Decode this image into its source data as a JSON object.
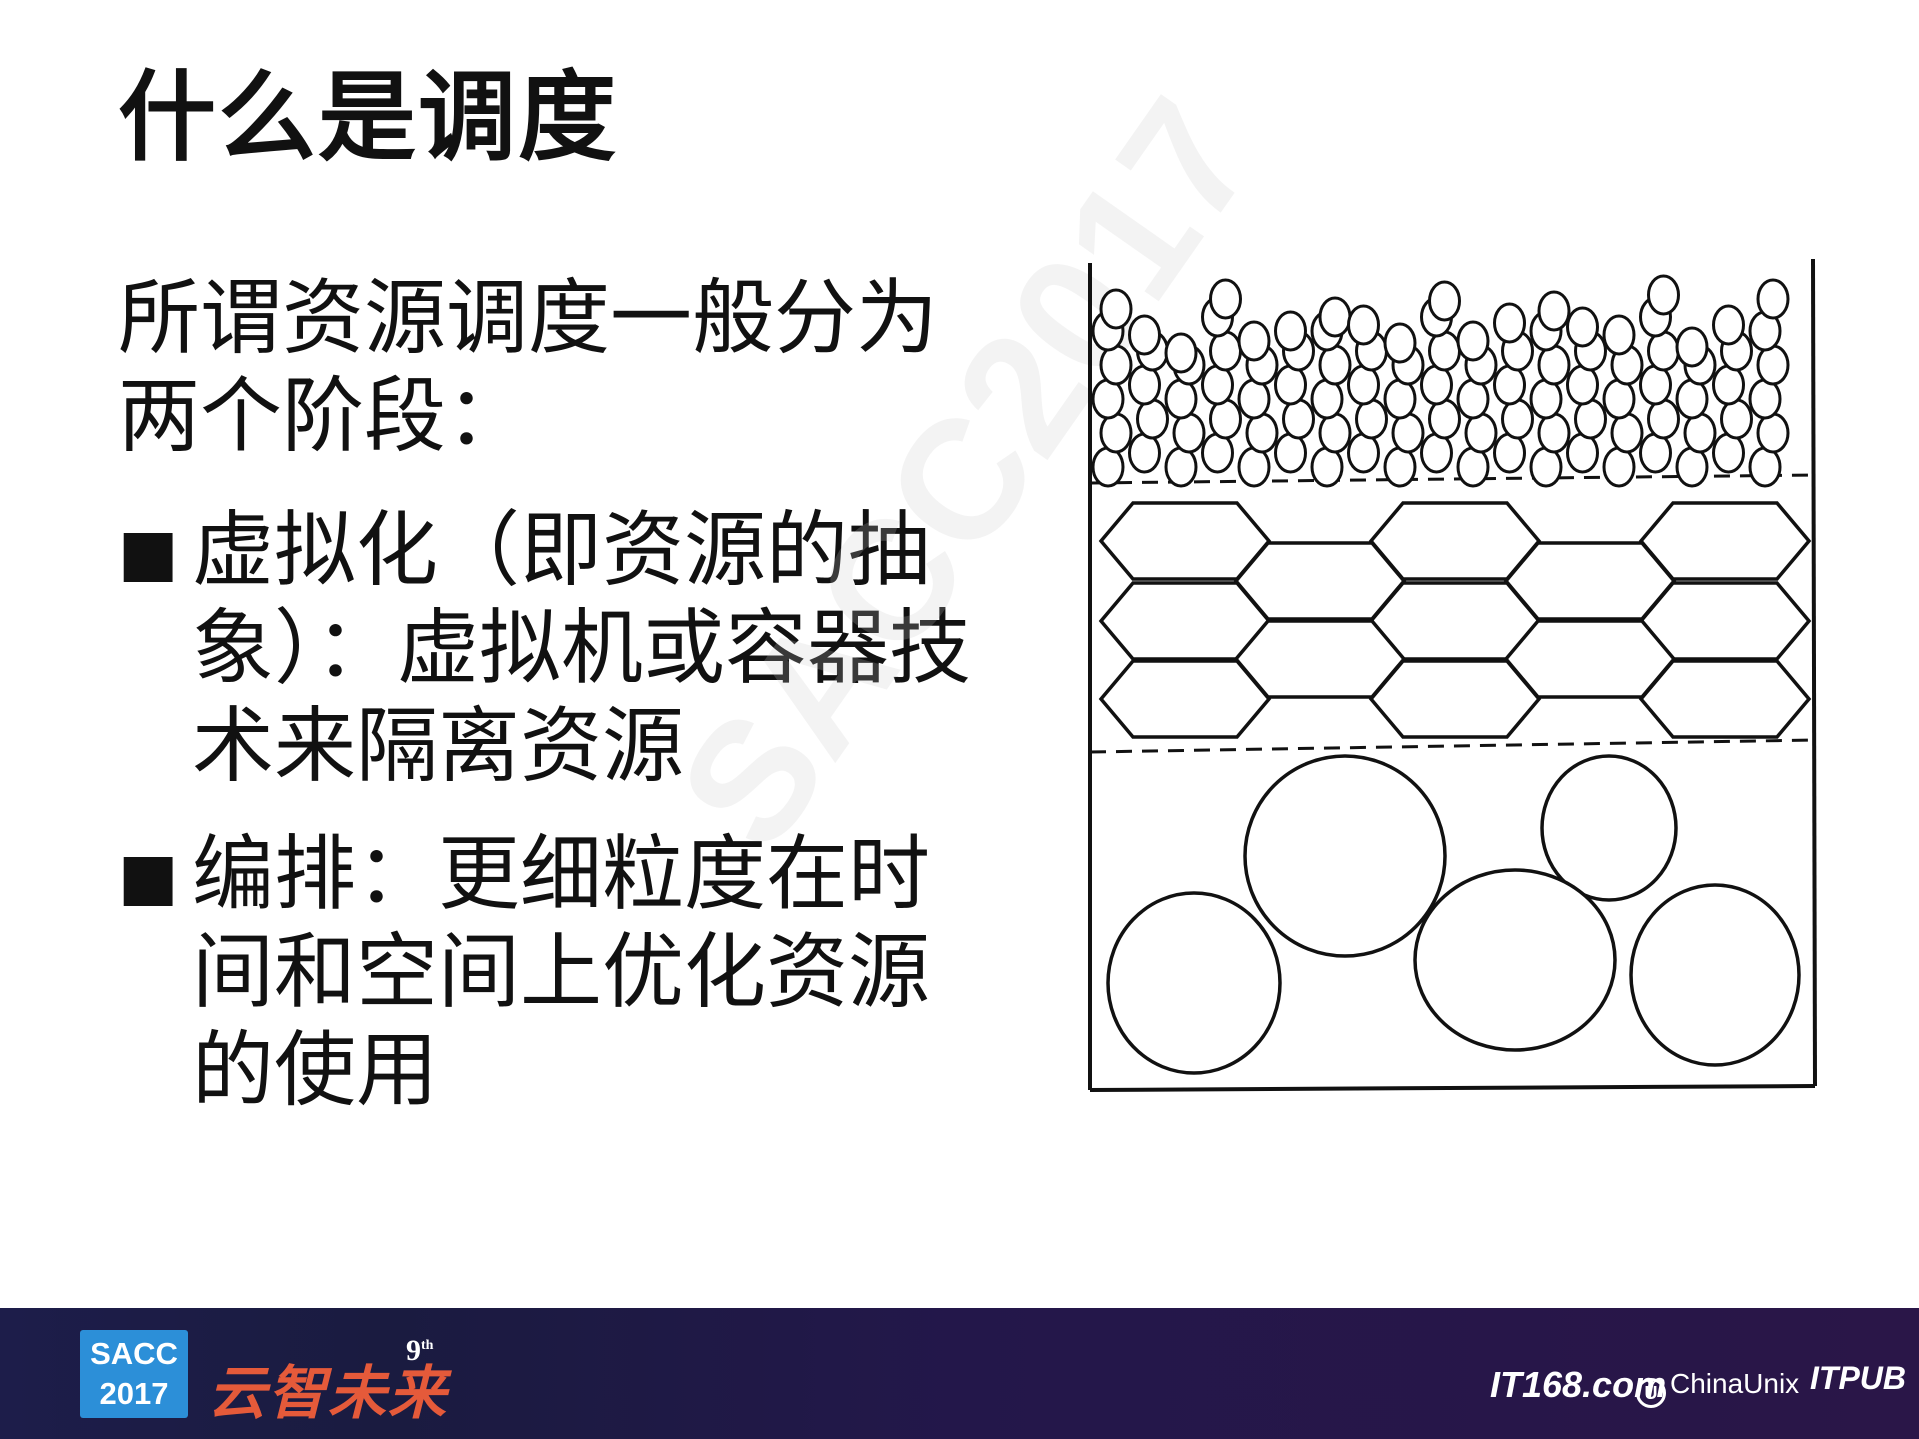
{
  "title": "什么是调度",
  "intro": "所谓资源调度一般分为两个阶段：",
  "bullets": [
    {
      "marker": "■",
      "text": "虚拟化（即资源的抽象）：虚拟机或容器技术来隔离资源"
    },
    {
      "marker": "■",
      "text": "编排：更细粒度在时间和空间上优化资源的使用"
    }
  ],
  "watermark": "SACC2017",
  "footer": {
    "badge_line1": "SACC",
    "badge_line2": "2017",
    "event_name": "云智未来",
    "edition": "9",
    "edition_suffix": "th",
    "sponsors": [
      "IT168.com",
      "ChinaUnix",
      "ITPUB"
    ]
  },
  "colors": {
    "footer_bg": "#1d1d4a",
    "badge_bg": "#2c8fd8",
    "event_name": "#e55a3a"
  }
}
